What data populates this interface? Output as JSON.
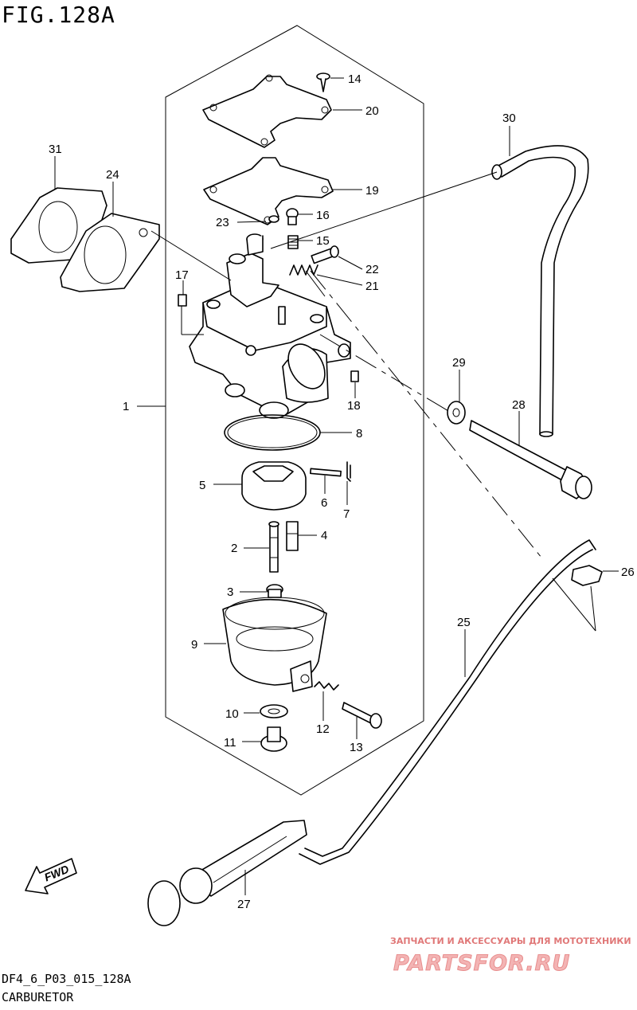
{
  "header": {
    "figure_title": "FIG.128A"
  },
  "footer": {
    "code": "DF4_6_P03_015_128A",
    "name": "CARBURETOR"
  },
  "watermark": {
    "line1": "ЗАПЧАСТИ И АКСЕССУАРЫ ДЛЯ МОТОТЕХНИКИ",
    "line2": "PARTSFOR.RU"
  },
  "fwd_label": "FWD",
  "callouts": {
    "c1": "1",
    "c2": "2",
    "c3": "3",
    "c4": "4",
    "c5": "5",
    "c6": "6",
    "c7": "7",
    "c8": "8",
    "c9": "9",
    "c10": "10",
    "c11": "11",
    "c12": "12",
    "c13": "13",
    "c14": "14",
    "c15": "15",
    "c16": "16",
    "c17": "17",
    "c18": "18",
    "c19": "19",
    "c20": "20",
    "c21": "21",
    "c22": "22",
    "c23": "23",
    "c24": "24",
    "c25": "25",
    "c26": "26",
    "c27": "27",
    "c28": "28",
    "c29": "29",
    "c30": "30",
    "c31": "31"
  },
  "colors": {
    "line": "#000000",
    "watermark_text": "#e07878",
    "watermark_logo": "#f3b4b4"
  }
}
